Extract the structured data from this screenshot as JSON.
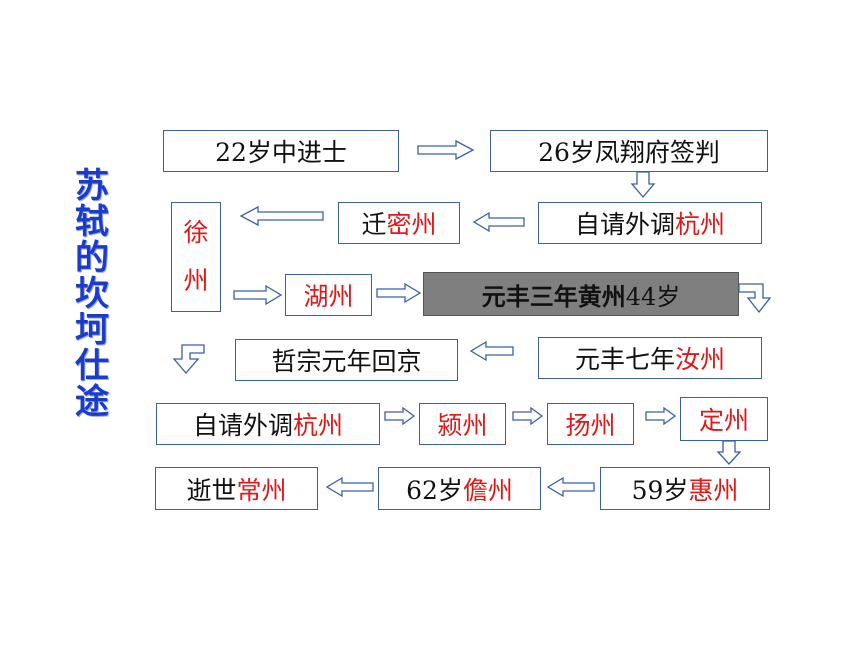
{
  "title_chars": [
    "苏",
    "轼",
    "的",
    "坎",
    "坷",
    "仕",
    "途"
  ],
  "nodes": {
    "n1": {
      "parts": [
        {
          "text": "22岁中进士",
          "red": false
        }
      ]
    },
    "n2": {
      "parts": [
        {
          "text": "26岁凤翔府签判",
          "red": false
        }
      ]
    },
    "n3": {
      "parts": [
        {
          "text": "自请外调",
          "red": false
        },
        {
          "text": "杭州",
          "red": true
        }
      ]
    },
    "n4": {
      "parts": [
        {
          "text": "迁",
          "red": false
        },
        {
          "text": "密州",
          "red": true
        }
      ]
    },
    "n5": {
      "parts": [
        {
          "text": "徐",
          "red": true
        },
        {
          "text": "州",
          "red": true
        }
      ]
    },
    "n6": {
      "parts": [
        {
          "text": "湖州",
          "red": true
        }
      ]
    },
    "n7": {
      "parts": [
        {
          "text": "元丰三年黄州",
          "red": false
        },
        {
          "text": "44岁",
          "red": false
        }
      ]
    },
    "n8": {
      "parts": [
        {
          "text": "元丰七年",
          "red": false
        },
        {
          "text": "汝州",
          "red": true
        }
      ]
    },
    "n9": {
      "parts": [
        {
          "text": "哲宗元年回京",
          "red": false
        }
      ]
    },
    "n10": {
      "parts": [
        {
          "text": "自请外调",
          "red": false
        },
        {
          "text": "杭州",
          "red": true
        }
      ]
    },
    "n11": {
      "parts": [
        {
          "text": "颍州",
          "red": true
        }
      ]
    },
    "n12": {
      "parts": [
        {
          "text": "扬州",
          "red": true
        }
      ]
    },
    "n13": {
      "parts": [
        {
          "text": "定州",
          "red": true
        }
      ]
    },
    "n14": {
      "parts": [
        {
          "text": "59岁",
          "red": false
        },
        {
          "text": "惠州",
          "red": true
        }
      ]
    },
    "n15": {
      "parts": [
        {
          "text": "62岁",
          "red": false
        },
        {
          "text": "儋州",
          "red": true
        }
      ]
    },
    "n16": {
      "parts": [
        {
          "text": "逝世",
          "red": false
        },
        {
          "text": "常州",
          "red": true
        }
      ]
    }
  },
  "colors": {
    "title": "#1a3cc8",
    "highlight": "#e01818",
    "border": "#3a5fa8",
    "current_box": "#7f7f7f"
  }
}
